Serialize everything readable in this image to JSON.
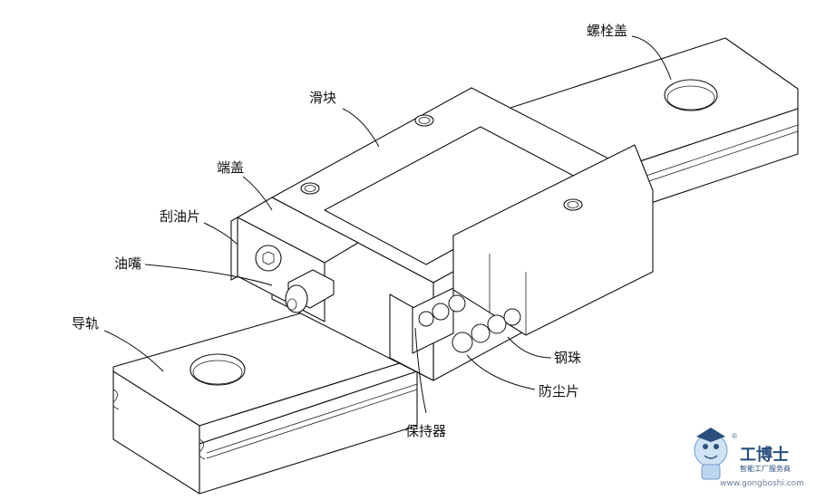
{
  "labels": {
    "bolt_cap": "螺栓盖",
    "slider": "滑块",
    "end_cap": "端盖",
    "wiper": "刮油片",
    "grease_nipple": "油嘴",
    "rail": "导轨",
    "steel_ball": "钢珠",
    "dust_seal": "防尘片",
    "retainer": "保持器"
  },
  "watermark": {
    "brand": "工博士",
    "tagline": "智能工厂服务商",
    "url": "www.gongboshi.com",
    "registered": "®"
  }
}
